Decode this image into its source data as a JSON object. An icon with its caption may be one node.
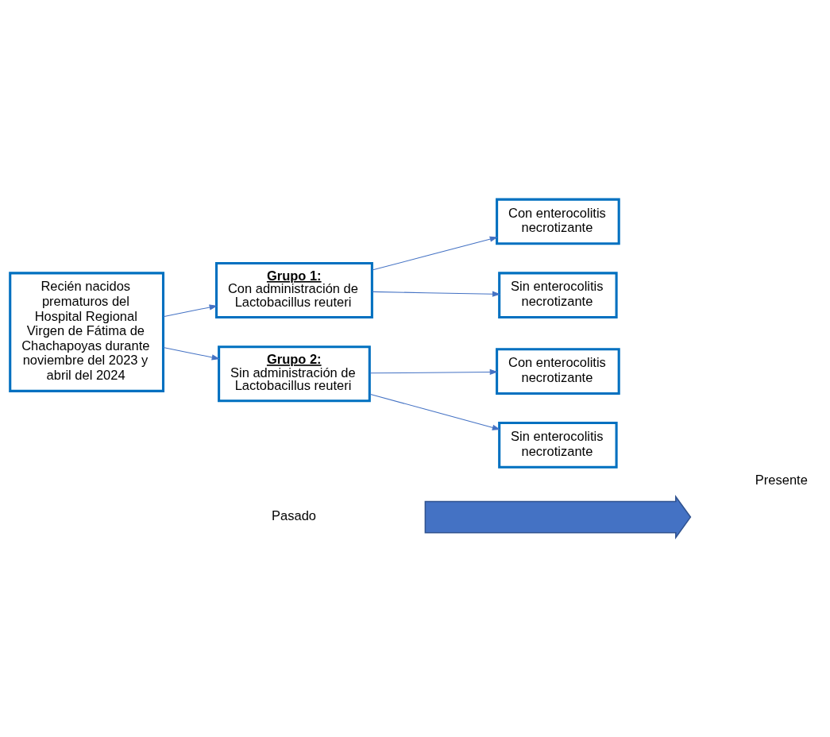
{
  "diagram": {
    "nodes": [
      {
        "text": [
          "Recién nacidos prematuros del Hospital Regional Virgen de Fátima de Chachapoyas durante noviembre del 2023 y abril del 2024"
        ]
      },
      {
        "text": [
          "Grupo 1:",
          "Con administración de Lactobacillus reuteri"
        ]
      },
      {
        "text": [
          "Con enterocolitis necrotizante"
        ]
      },
      {
        "text": [
          "Sin enterocolitis necrotizante"
        ]
      },
      {
        "text": [
          "Grupo 2:",
          "Sin administración de Lactobacillus reuteri"
        ]
      },
      {
        "text": [
          "Con enterocolitis necrotizante"
        ]
      },
      {
        "text": [
          "Sin enterocolitis necrotizante"
        ]
      },
      {
        "text": [],
        "shape": "arrow"
      }
    ],
    "edges": [
      {
        "from": 0,
        "to": 1,
        "arrow": "to"
      },
      {
        "from": 0,
        "to": 4,
        "arrow": "to"
      },
      {
        "from": 1,
        "to": 2,
        "arrow": "to"
      },
      {
        "from": 1,
        "to": 3,
        "arrow": "to"
      },
      {
        "from": 4,
        "to": 5,
        "arrow": "to"
      },
      {
        "from": 4,
        "to": 6,
        "arrow": "to"
      }
    ],
    "labels": [
      "Pasado",
      "Presente"
    ]
  }
}
